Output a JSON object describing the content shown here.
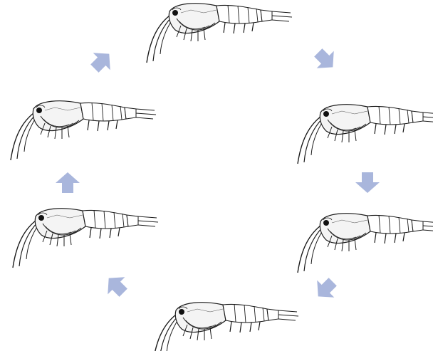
{
  "diagram": {
    "type": "cycle",
    "arrow_color": "#a9b6dc",
    "ink_color": "#1a1a1a",
    "stages": [
      {
        "name": "stage-top",
        "icon": "krill-icon"
      },
      {
        "name": "stage-upper-right",
        "icon": "krill-icon"
      },
      {
        "name": "stage-lower-right",
        "icon": "krill-icon"
      },
      {
        "name": "stage-bottom",
        "icon": "krill-icon"
      },
      {
        "name": "stage-lower-left",
        "icon": "krill-icon"
      },
      {
        "name": "stage-upper-left",
        "icon": "krill-icon"
      }
    ],
    "arrows": [
      {
        "name": "arrow-top-to-upper-right",
        "icon": "arrow-icon",
        "direction": "down-right"
      },
      {
        "name": "arrow-upper-right-to-lower-right",
        "icon": "arrow-icon",
        "direction": "down"
      },
      {
        "name": "arrow-lower-right-to-bottom",
        "icon": "arrow-icon",
        "direction": "down-left"
      },
      {
        "name": "arrow-bottom-to-lower-left",
        "icon": "arrow-icon",
        "direction": "up-left"
      },
      {
        "name": "arrow-lower-left-to-upper-left",
        "icon": "arrow-icon",
        "direction": "up"
      },
      {
        "name": "arrow-upper-left-to-top",
        "icon": "arrow-icon",
        "direction": "up-right"
      }
    ]
  }
}
